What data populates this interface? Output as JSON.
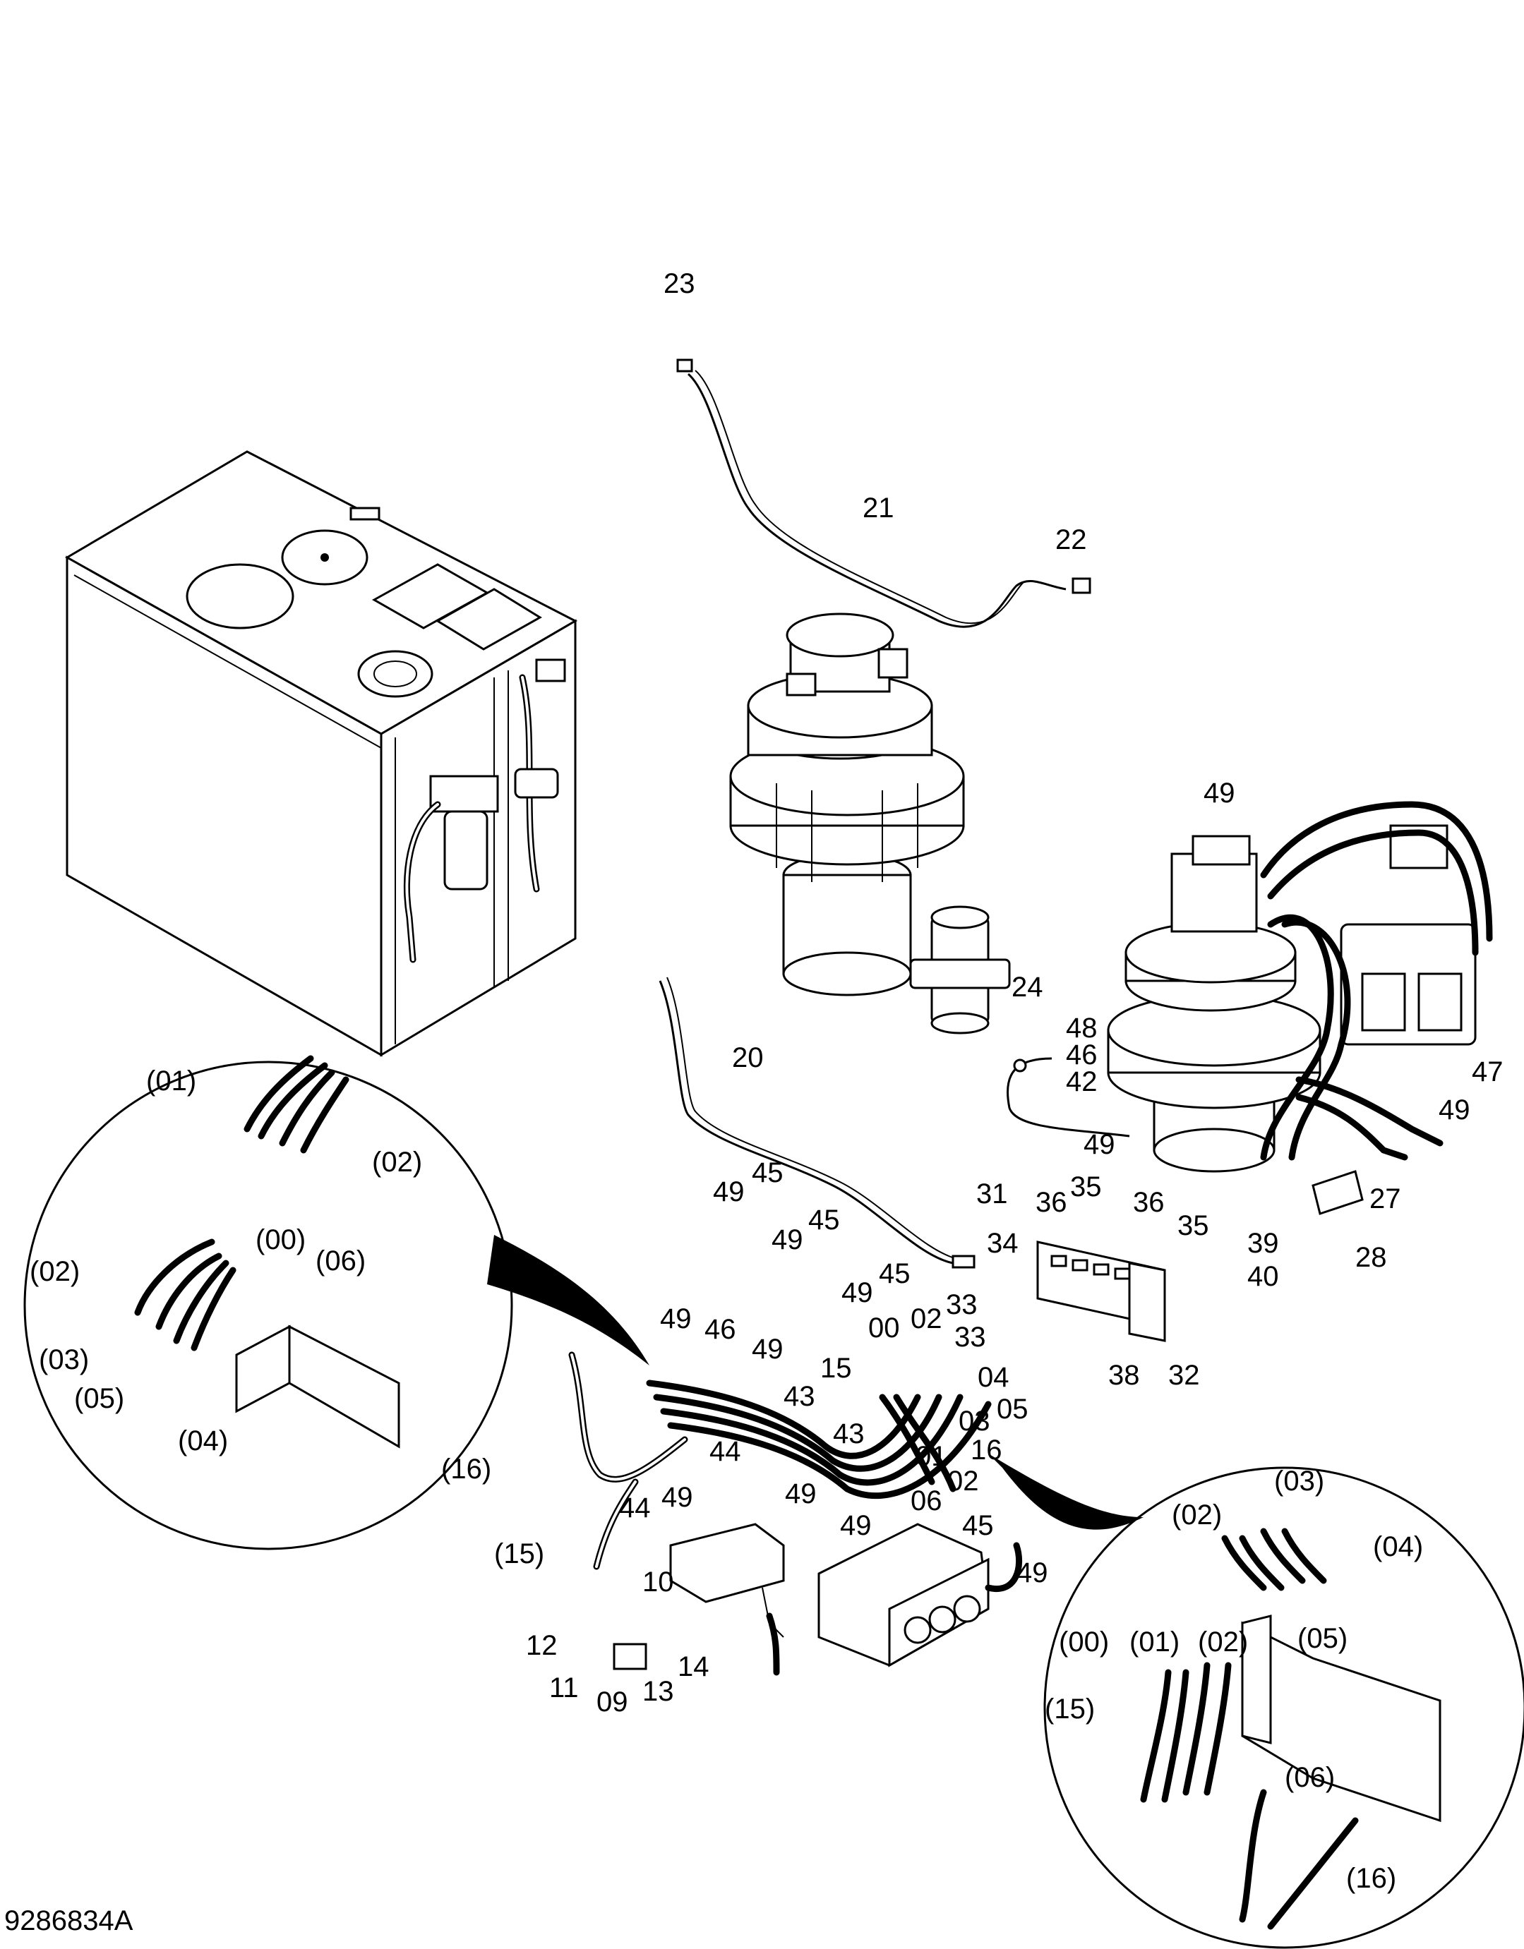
{
  "drawing_number": "9286834A",
  "callouts": [
    {
      "id": "c23",
      "label": "23"
    },
    {
      "id": "c21",
      "label": "21"
    },
    {
      "id": "c22",
      "label": "22"
    },
    {
      "id": "c49a",
      "label": "49"
    },
    {
      "id": "c24",
      "label": "24"
    },
    {
      "id": "c48",
      "label": "48"
    },
    {
      "id": "c46a",
      "label": "46"
    },
    {
      "id": "c42",
      "label": "42"
    },
    {
      "id": "c47",
      "label": "47"
    },
    {
      "id": "c49b",
      "label": "49"
    },
    {
      "id": "c20",
      "label": "20"
    },
    {
      "id": "c49c",
      "label": "49"
    },
    {
      "id": "c27",
      "label": "27"
    },
    {
      "id": "c28",
      "label": "28"
    },
    {
      "id": "c31",
      "label": "31"
    },
    {
      "id": "c36a",
      "label": "36"
    },
    {
      "id": "c35a",
      "label": "35"
    },
    {
      "id": "c36b",
      "label": "36"
    },
    {
      "id": "c35b",
      "label": "35"
    },
    {
      "id": "c39",
      "label": "39"
    },
    {
      "id": "c40",
      "label": "40"
    },
    {
      "id": "c34",
      "label": "34"
    },
    {
      "id": "c45a",
      "label": "45"
    },
    {
      "id": "c49d",
      "label": "49"
    },
    {
      "id": "c45b",
      "label": "45"
    },
    {
      "id": "c49e",
      "label": "49"
    },
    {
      "id": "c45c",
      "label": "45"
    },
    {
      "id": "c49f",
      "label": "49"
    },
    {
      "id": "c33a",
      "label": "33"
    },
    {
      "id": "c33b",
      "label": "33"
    },
    {
      "id": "c00a",
      "label": "00"
    },
    {
      "id": "c02a",
      "label": "02"
    },
    {
      "id": "c38",
      "label": "38"
    },
    {
      "id": "c32",
      "label": "32"
    },
    {
      "id": "c04",
      "label": "04"
    },
    {
      "id": "c05",
      "label": "05"
    },
    {
      "id": "c03",
      "label": "03"
    },
    {
      "id": "c16a",
      "label": "16"
    },
    {
      "id": "c01",
      "label": "01"
    },
    {
      "id": "c02b",
      "label": "02"
    },
    {
      "id": "c06",
      "label": "06"
    },
    {
      "id": "c15a",
      "label": "15"
    },
    {
      "id": "c49g",
      "label": "49"
    },
    {
      "id": "c46b",
      "label": "46"
    },
    {
      "id": "c49h",
      "label": "49"
    },
    {
      "id": "c43a",
      "label": "43"
    },
    {
      "id": "c43b",
      "label": "43"
    },
    {
      "id": "c44a",
      "label": "44"
    },
    {
      "id": "c44b",
      "label": "44"
    },
    {
      "id": "c49i",
      "label": "49"
    },
    {
      "id": "c49j",
      "label": "49"
    },
    {
      "id": "c49k",
      "label": "49"
    },
    {
      "id": "c16p",
      "label": "(16)"
    },
    {
      "id": "c15p",
      "label": "(15)"
    },
    {
      "id": "c45d",
      "label": "45"
    },
    {
      "id": "c49l",
      "label": "49"
    },
    {
      "id": "c10",
      "label": "10"
    },
    {
      "id": "c12",
      "label": "12"
    },
    {
      "id": "c11",
      "label": "11"
    },
    {
      "id": "c09",
      "label": "09"
    },
    {
      "id": "c13",
      "label": "13"
    },
    {
      "id": "c14",
      "label": "14"
    }
  ],
  "detail_left": [
    {
      "id": "dl01",
      "label": "(01)"
    },
    {
      "id": "dl02a",
      "label": "(02)"
    },
    {
      "id": "dl00",
      "label": "(00)"
    },
    {
      "id": "dl06",
      "label": "(06)"
    },
    {
      "id": "dl02b",
      "label": "(02)"
    },
    {
      "id": "dl03",
      "label": "(03)"
    },
    {
      "id": "dl05",
      "label": "(05)"
    },
    {
      "id": "dl04",
      "label": "(04)"
    }
  ],
  "detail_right": [
    {
      "id": "dr02a",
      "label": "(02)"
    },
    {
      "id": "dr03",
      "label": "(03)"
    },
    {
      "id": "dr04",
      "label": "(04)"
    },
    {
      "id": "dr05",
      "label": "(05)"
    },
    {
      "id": "dr00",
      "label": "(00)"
    },
    {
      "id": "dr01",
      "label": "(01)"
    },
    {
      "id": "dr02b",
      "label": "(02)"
    },
    {
      "id": "dr15",
      "label": "(15)"
    },
    {
      "id": "dr06",
      "label": "(06)"
    },
    {
      "id": "dr16",
      "label": "(16)"
    }
  ]
}
